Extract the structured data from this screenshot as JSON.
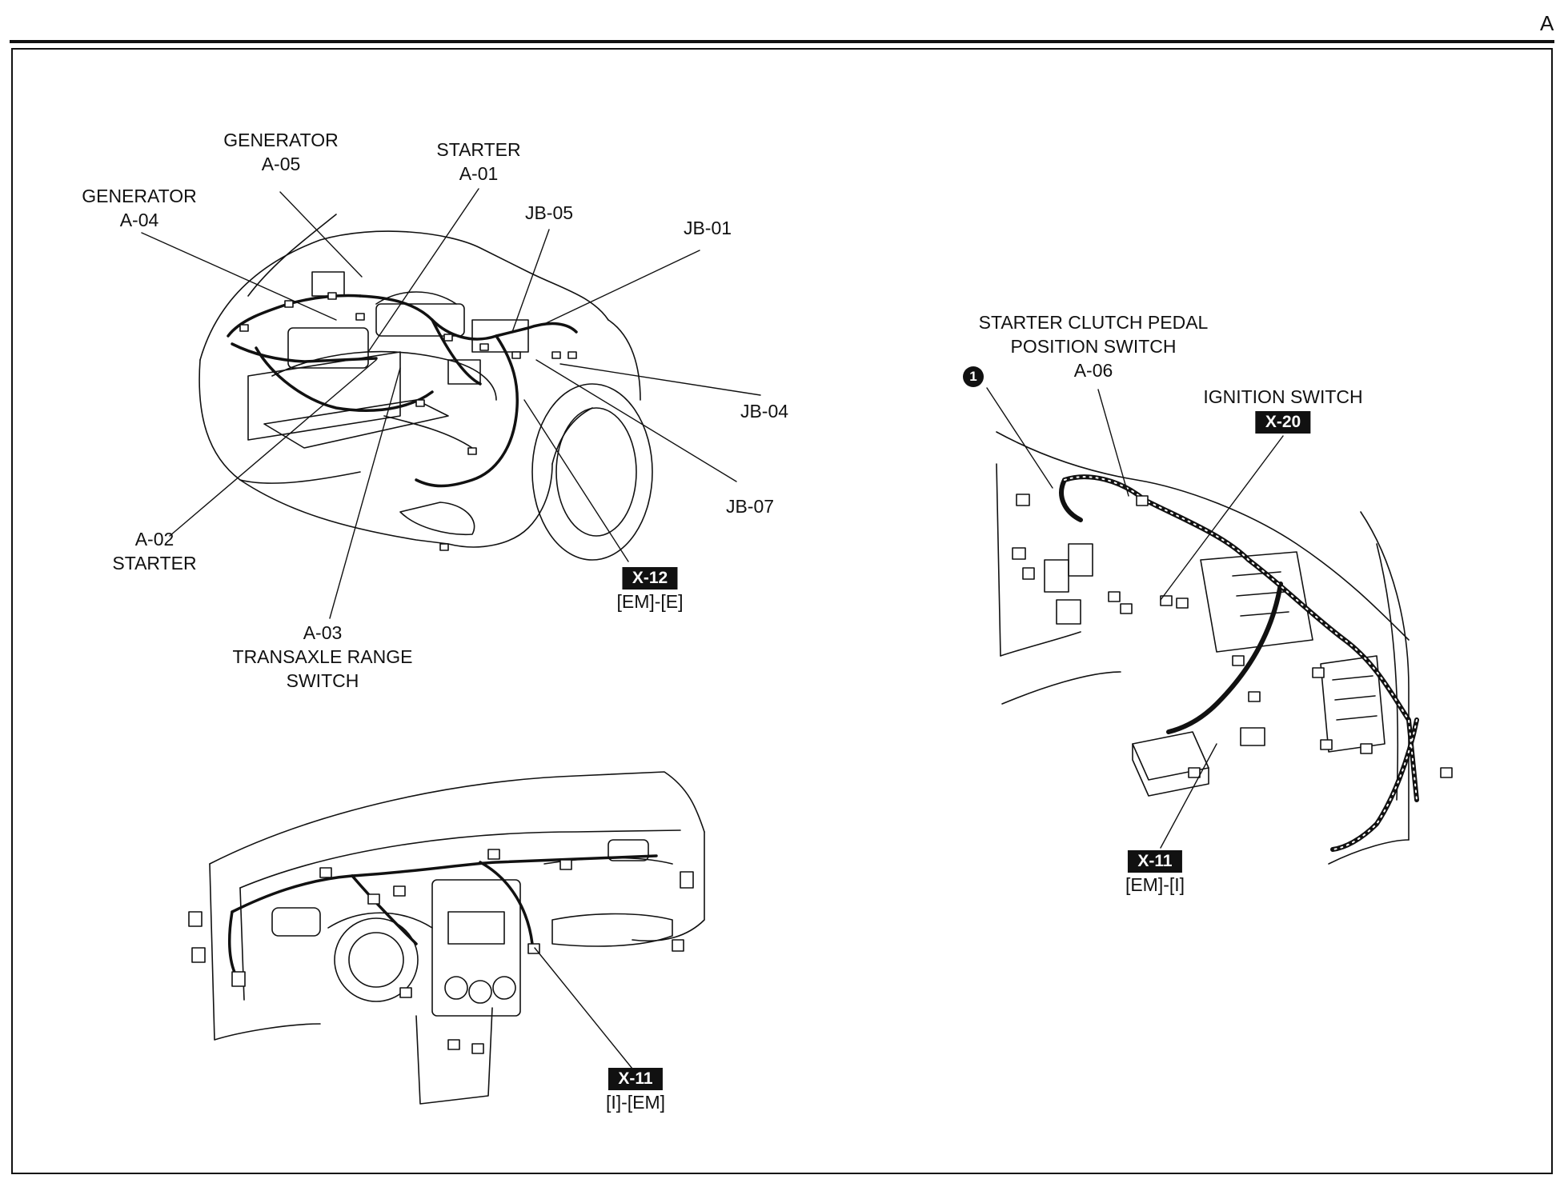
{
  "page": {
    "letter": "A"
  },
  "engine_bay": {
    "generator_a05": {
      "name": "GENERATOR",
      "code": "A-05"
    },
    "generator_a04": {
      "name": "GENERATOR",
      "code": "A-04"
    },
    "starter_a01": {
      "name": "STARTER",
      "code": "A-01"
    },
    "jb05": "JB-05",
    "jb01": "JB-01",
    "jb04": "JB-04",
    "jb07": "JB-07",
    "starter_a02": {
      "code": "A-02",
      "name": "STARTER"
    },
    "transaxle_a03": {
      "code": "A-03",
      "line1": "TRANSAXLE RANGE",
      "line2": "SWITCH"
    },
    "x12": {
      "badge": "X-12",
      "sub": "[EM]-[E]"
    }
  },
  "dashboard": {
    "x11": {
      "badge": "X-11",
      "sub": "[I]-[EM]"
    }
  },
  "pedal_area": {
    "marker": "1",
    "clutch_switch": {
      "line1": "STARTER CLUTCH PEDAL",
      "line2": "POSITION SWITCH",
      "code": "A-06"
    },
    "ignition": {
      "name": "IGNITION SWITCH",
      "badge": "X-20"
    },
    "x11": {
      "badge": "X-11",
      "sub": "[EM]-[I]"
    }
  }
}
